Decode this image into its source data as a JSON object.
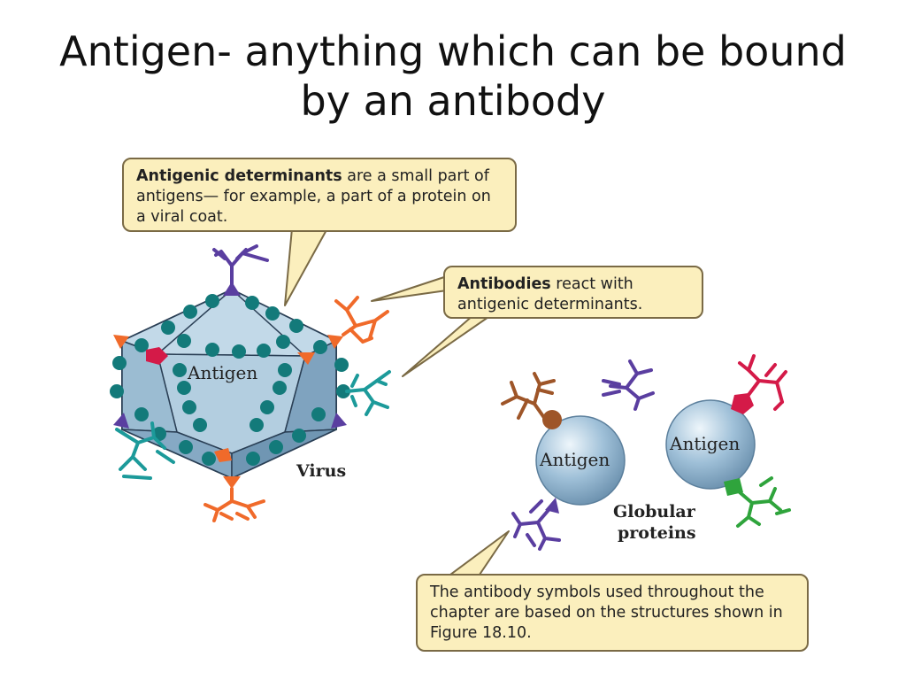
{
  "title": "Antigen- anything which can be bound by an antibody",
  "callouts": {
    "determinants": {
      "bold": "Antigenic determinants",
      "text": " are a small part of antigens— for example, a part of a protein on a viral coat."
    },
    "antibodies": {
      "bold": "Antibodies",
      "text": " react with antigenic determinants."
    },
    "symbols": {
      "text": "The antibody symbols used throughout the chapter are based on the structures shown in Figure 18.10."
    }
  },
  "labels": {
    "virus_antigen": "Antigen",
    "virus": "Virus",
    "protein_antigen_1": "Antigen",
    "protein_antigen_2": "Antigen",
    "globular_line1": "Globular",
    "globular_line2": "proteins"
  },
  "colors": {
    "virus_face": "#a9c8dc",
    "virus_edge": "#2a3f55",
    "dots": "#137a7a",
    "orange": "#f06a2a",
    "purple": "#5a3ea0",
    "teal": "#1c9a9a",
    "brown": "#9e5528",
    "red": "#d41a48",
    "green": "#2fa43c",
    "callout_fill": "#fbefbd"
  }
}
